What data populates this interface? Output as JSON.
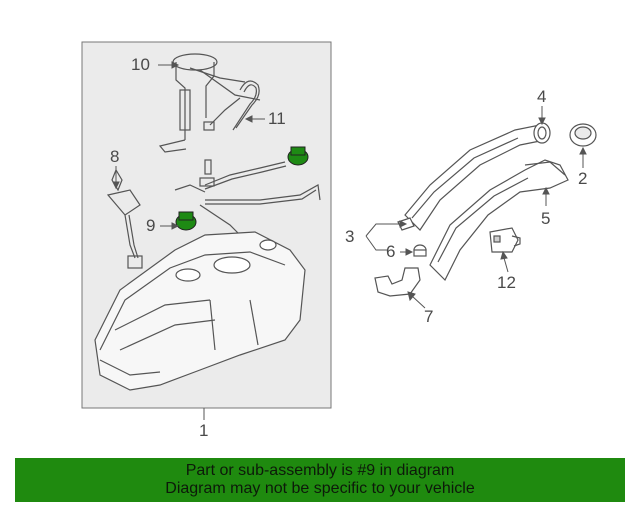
{
  "callouts": {
    "c1": "1",
    "c2": "2",
    "c3": "3",
    "c4": "4",
    "c5": "5",
    "c6": "6",
    "c7": "7",
    "c8": "8",
    "c9": "9",
    "c10": "10",
    "c11": "11",
    "c12": "12"
  },
  "banner": {
    "line1": "Part or sub-assembly is #9 in diagram",
    "line2": "Diagram may not be specific to your vehicle"
  },
  "colors": {
    "highlight_part": "#1e8a14",
    "banner_bg": "#1f8a0f",
    "line": "#555555",
    "panel": "#ebebeb"
  }
}
